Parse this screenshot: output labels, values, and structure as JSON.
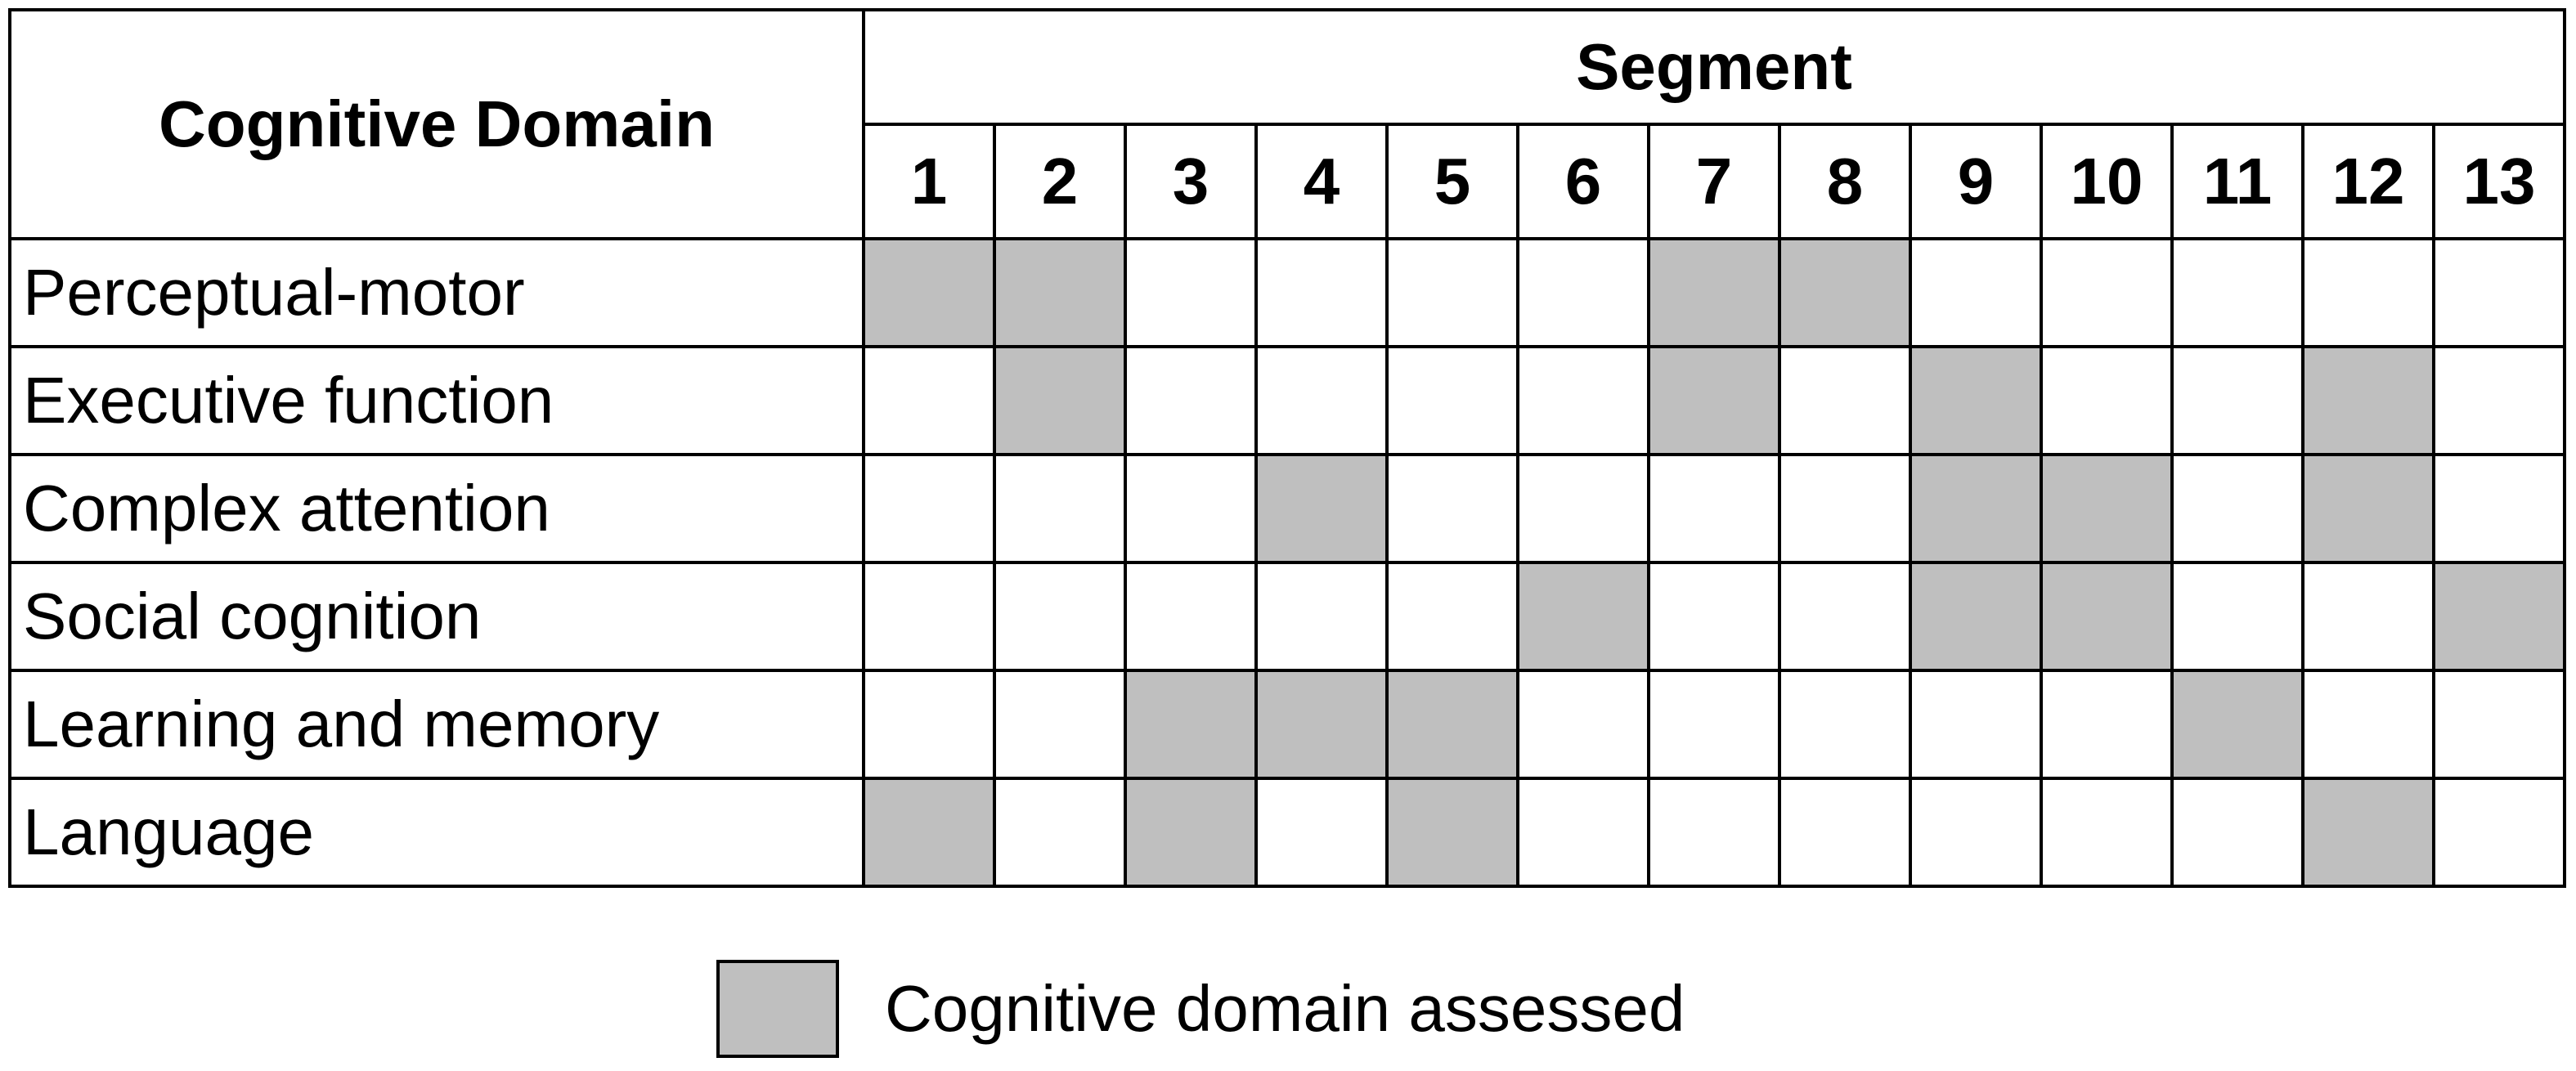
{
  "header": {
    "domain_label": "Cognitive Domain",
    "segment_label": "Segment"
  },
  "segments": [
    "1",
    "2",
    "3",
    "4",
    "5",
    "6",
    "7",
    "8",
    "9",
    "10",
    "11",
    "12",
    "13"
  ],
  "rows": [
    {
      "label": "Perceptual-motor",
      "assessed": [
        1,
        2,
        7,
        8
      ]
    },
    {
      "label": "Executive function",
      "assessed": [
        2,
        7,
        9,
        12
      ]
    },
    {
      "label": "Complex attention",
      "assessed": [
        4,
        9,
        10,
        12
      ]
    },
    {
      "label": "Social cognition",
      "assessed": [
        6,
        9,
        10,
        13
      ]
    },
    {
      "label": "Learning and memory",
      "assessed": [
        3,
        4,
        5,
        11
      ]
    },
    {
      "label": "Language",
      "assessed": [
        1,
        3,
        5,
        12
      ]
    }
  ],
  "legend": {
    "label": "Cognitive domain assessed",
    "swatch_color": "#bfbfbf"
  },
  "colors": {
    "assessed_fill": "#bfbfbf",
    "grid_line": "#000000",
    "background": "#ffffff"
  }
}
